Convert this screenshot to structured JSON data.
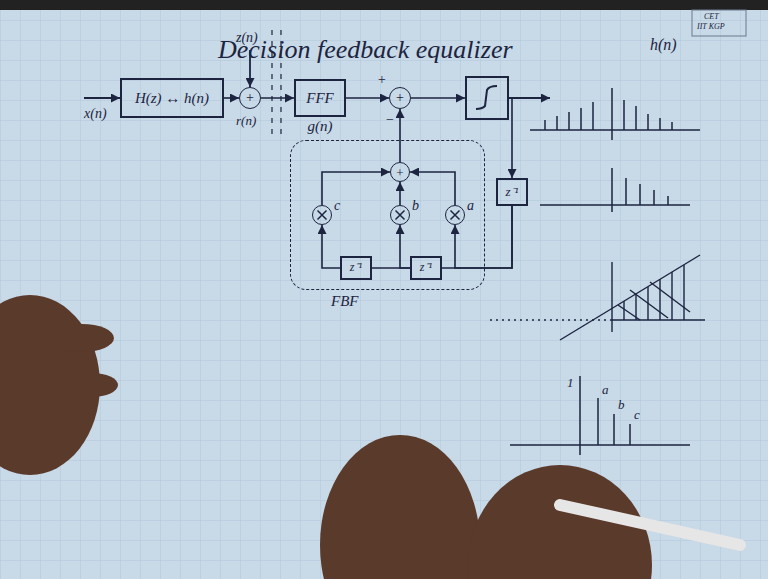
{
  "diagram": {
    "title": "Decision feedback equalizer",
    "nodes": [
      {
        "text": [
          "H(z) ↔ h(n)"
        ]
      },
      {
        "text": [
          "+"
        ]
      },
      {
        "text": [
          "FFF",
          "g(n)"
        ]
      },
      {
        "text": [
          "+"
        ]
      },
      {
        "text": []
      },
      {
        "text": [
          "z⁻¹"
        ]
      },
      {
        "text": [
          "FBF"
        ]
      },
      {
        "text": [
          "+"
        ],
        "in": 6
      },
      {
        "text": [
          "c"
        ],
        "in": 6
      },
      {
        "text": [
          "b"
        ],
        "in": 6
      },
      {
        "text": [
          "a"
        ],
        "in": 6
      },
      {
        "text": [
          "z⁻¹"
        ],
        "in": 6
      },
      {
        "text": [
          "z⁻¹"
        ],
        "in": 6
      }
    ],
    "edges": [
      {
        "from": 0,
        "to": 1,
        "arrow": "to"
      },
      {
        "from": 1,
        "to": 2,
        "arrow": "to"
      },
      {
        "from": 2,
        "to": 3,
        "arrow": "to"
      },
      {
        "from": 3,
        "to": 4,
        "arrow": "to"
      },
      {
        "from": 4,
        "to": 5,
        "arrow": "to"
      },
      {
        "from": 5,
        "to": 10,
        "arrow": "to"
      },
      {
        "from": 5,
        "to": 12,
        "arrow": "none"
      },
      {
        "from": 12,
        "to": 9,
        "arrow": "to"
      },
      {
        "from": 12,
        "to": 11,
        "arrow": "none"
      },
      {
        "from": 11,
        "to": 8,
        "arrow": "to"
      },
      {
        "from": 8,
        "to": 7,
        "arrow": "to"
      },
      {
        "from": 9,
        "to": 7,
        "arrow": "to"
      },
      {
        "from": 10,
        "to": 7,
        "arrow": "to"
      },
      {
        "from": 7,
        "to": 3,
        "arrow": "to"
      }
    ],
    "labels": [
      "CET",
      "IIT KGP",
      "h(n)",
      "x(n)",
      "z(n)",
      "r(n)",
      "+",
      "−",
      "1",
      "a",
      "b",
      "c"
    ]
  }
}
